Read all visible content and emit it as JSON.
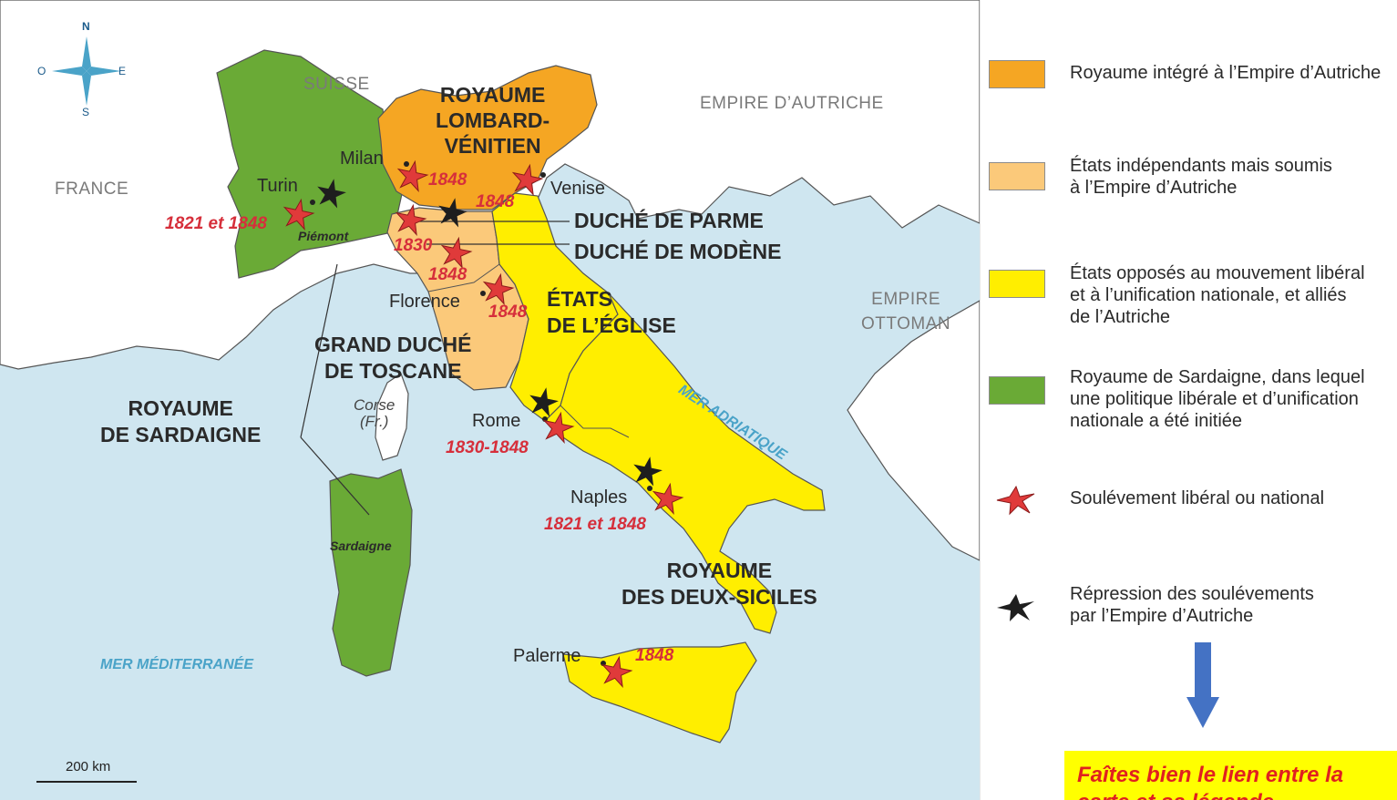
{
  "colors": {
    "sea": "#cfe6f0",
    "land": "#ffffff",
    "austria_integrated": "#f5a623",
    "dependent_states": "#fbc97a",
    "opposed_states": "#ffee00",
    "sardinia": "#6aaa36",
    "uprising_star": "#e03a3a",
    "repression_star": "#1e1e1e",
    "legend_arrow": "#4472c4",
    "note_background": "#ffff00",
    "note_text": "#e02020"
  },
  "compass": {
    "north": "N",
    "south": "S",
    "east": "E",
    "west": "O"
  },
  "scale": {
    "label": "200 km"
  },
  "labels": {
    "countries": {
      "suisse": "SUISSE",
      "france": "FRANCE",
      "empire_autriche": "EMPIRE D’AUTRICHE",
      "empire_ottoman": "EMPIRE\nOTTOMAN"
    },
    "states": {
      "lombard": "ROYAUME\nLOMBARD-\nVÉNITIEN",
      "parme": "DUCHÉ DE PARME",
      "modene": "DUCHÉ DE MODÈNE",
      "eglise": "ÉTATS\nDE L’ÉGLISE",
      "toscane": "GRAND DUCHÉ\nDE TOSCANE",
      "sardaigne": "ROYAUME\nDE SARDAIGNE",
      "deux_siciles": "ROYAUME\nDES DEUX-SICILES"
    },
    "cities": {
      "milan": "Milan",
      "turin": "Turin",
      "venise": "Venise",
      "florence": "Florence",
      "rome": "Rome",
      "naples": "Naples",
      "palerme": "Palerme"
    },
    "dates": {
      "turin": "1821 et 1848",
      "milan": "1848",
      "venise": "1848",
      "parme": "1830",
      "modene": "1848",
      "florence": "1848",
      "rome": "1830-1848",
      "naples": "1821 et 1848",
      "palerme": "1848"
    },
    "regions": {
      "piemont": "Piémont",
      "sardaigne_island": "Sardaigne"
    },
    "corse": "Corse\n(Fr.)",
    "seas": {
      "adriatique": "MER ADRIATIQUE",
      "mediterranee": "MER MÉDITERRANÉE"
    }
  },
  "legend": [
    {
      "text": "Royaume intégré à l’Empire d’Autriche",
      "symbol": "swatch-austria-integrated",
      "color": "#f5a623"
    },
    {
      "text": "États indépendants mais soumis\nà l’Empire d’Autriche",
      "symbol": "swatch-dependent-states",
      "color": "#fbc97a"
    },
    {
      "text": "États opposés au mouvement libéral\net à l’unification nationale, et alliés\nde l’Autriche",
      "symbol": "swatch-opposed-states",
      "color": "#ffee00"
    },
    {
      "text": "Royaume de Sardaigne, dans lequel\nune politique libérale et d’unification\nnationale a été initiée",
      "symbol": "swatch-sardinia",
      "color": "#6aaa36"
    },
    {
      "text": "Soulévement libéral ou national",
      "symbol": "red-star-icon",
      "color": "#e03a3a"
    },
    {
      "text": "Répression des soulévements\npar l’Empire d’Autriche",
      "symbol": "black-star-icon",
      "color": "#1e1e1e"
    }
  ],
  "note": {
    "text": "Faîtes bien le lien entre la\ncarte et sa légende"
  }
}
